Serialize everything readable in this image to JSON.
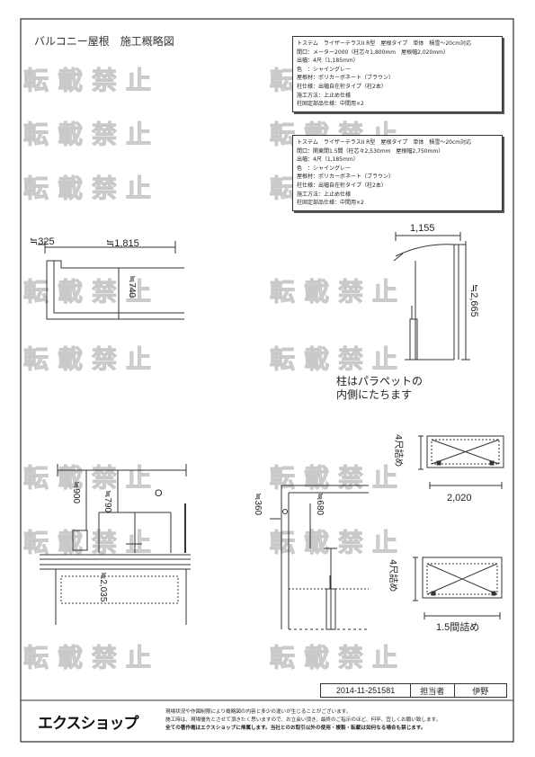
{
  "document": {
    "title": "バルコニー屋根　施工概略図"
  },
  "watermark": {
    "text": "転載禁止"
  },
  "spec_boxes": [
    {
      "lines": [
        "トステム　ライザーテラスII R型　屋根タイプ　単体　積雪～20cm対応",
        "間口：メーター2000（柱芯々1,800mm　屋根幅2,020mm）",
        "出幅：4尺（1,185mm）",
        "色　：シャイングレー",
        "屋根材：ポリカーボネート（ブラウン）",
        "柱仕様：出幅自在桁タイプ（柱2本）",
        "施工方法：上止め仕様",
        "柱固定部品仕様：中間用×2"
      ]
    },
    {
      "lines": [
        "トステム　ライザーテラスII R型　屋根タイプ　単体　積雪～20cm対応",
        "間口：関東間1.5間（柱芯々2,530mm　屋根幅2,750mm）",
        "出幅：4尺（1,185mm）",
        "色　：シャイングレー",
        "屋根材：ポリカーボネート（ブラウン）",
        "柱仕様：出幅自在桁タイプ（柱2本）",
        "施工方法：上止め仕様",
        "柱固定部品仕様：中間用×2"
      ]
    }
  ],
  "dimensions": {
    "d325": "≒325",
    "d1815": "≒1,815",
    "d740": "≒740",
    "d1155": "1,155",
    "d2665": "≒2,665",
    "d900": "≒900",
    "d790": "≒790",
    "d2035": "≒2,035",
    "d360": "≒360",
    "d680": "≒680",
    "d2020": "2,020",
    "d15ken": "1.5間詰め",
    "plan_label": "O"
  },
  "notes": {
    "pillar_note_1": "柱はパラペットの",
    "pillar_note_2": "内側にたちます",
    "shaku_top": "4尺詰め",
    "shaku_bottom": "4尺詰め"
  },
  "footer": {
    "doc_id": "2014-11-251581",
    "person_label": "担当者",
    "person_name": "伊野",
    "logo": "エクスショップ",
    "disclaimer_lines": [
      "現場状況や作図制限により概略図の内容と多少の違いが生じることがございます。",
      "施工時は、現場優先とさせて頂きたく思いますので、お立会い頂き、最終のご指示のほど、何卒、宜しくお願い致します。",
      "全ての著作権はエクスショップに帰属します。当社とのお取引以外の使用・複製・転載は如何なる場合も禁じます。"
    ]
  }
}
